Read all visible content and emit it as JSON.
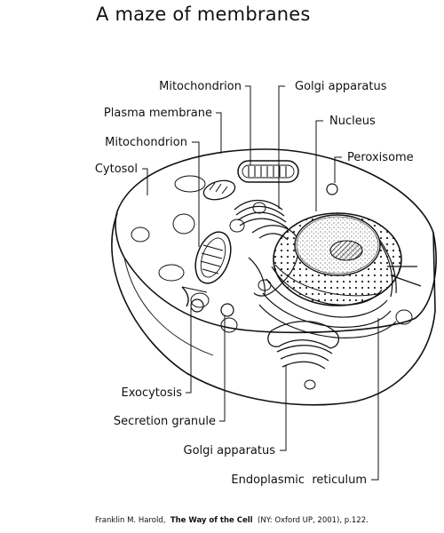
{
  "title": "A maze of membranes",
  "labels": {
    "mito_top": "Mitochondrion",
    "golgi_top": "Golgi apparatus",
    "plasma_membrane": "Plasma membrane",
    "nucleus": "Nucleus",
    "mito_left": "Mitochondrion",
    "peroxisome": "Peroxisome",
    "cytosol": "Cytosol",
    "exocytosis": "Exocytosis",
    "secretion_granule": "Secretion granule",
    "golgi_bottom": "Golgi apparatus",
    "er": "Endoplasmic  reticulum"
  },
  "citation": {
    "author": "Franklin M. Harold,",
    "book": "The Way of the Cell",
    "rest": "(NY: Oxford UP, 2001),  p.122."
  }
}
